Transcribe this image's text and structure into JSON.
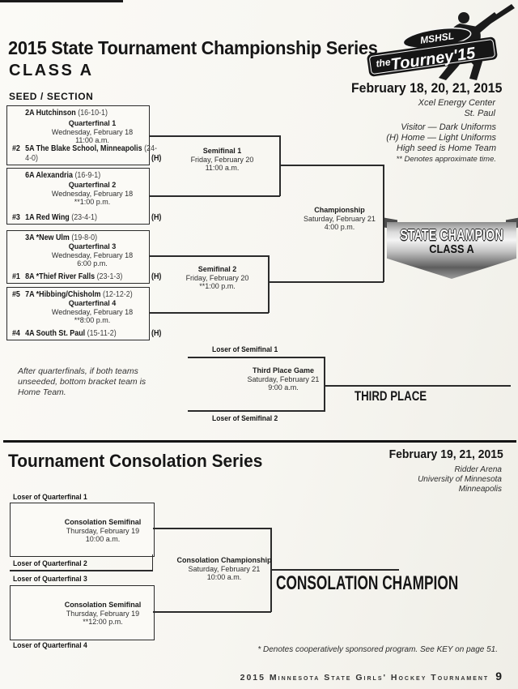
{
  "header": {
    "title": "2015 State Tournament Championship Series",
    "class_label": "CLASS A",
    "seed_section": "SEED / SECTION",
    "dates": "February 18, 20, 21, 2015",
    "venue": "Xcel Energy Center",
    "city": "St. Paul",
    "uniform_note1": "Visitor — Dark Uniforms",
    "uniform_note2": "(H) Home — Light Uniforms",
    "uniform_note3": "High seed is Home Team",
    "time_note": "** Denotes approximate time."
  },
  "logo": {
    "league": "MSHSL",
    "prefix": "the",
    "name": "Tourney'15"
  },
  "bracket": {
    "qf": [
      {
        "name": "Quarterfinal 1",
        "date": "Wednesday, February 18",
        "time": "11:00 a.m.",
        "top": {
          "seed": "",
          "label": "2A Hutchinson",
          "record": "(16-10-1)",
          "home": ""
        },
        "bottom": {
          "seed": "#2",
          "label": "5A The Blake School, Minneapolis",
          "record": "(24-4-0)",
          "home": "(H)"
        }
      },
      {
        "name": "Quarterfinal 2",
        "date": "Wednesday, February 18",
        "time": "**1:00 p.m.",
        "top": {
          "seed": "",
          "label": "6A Alexandria",
          "record": "(16-9-1)",
          "home": ""
        },
        "bottom": {
          "seed": "#3",
          "label": "1A Red Wing",
          "record": "(23-4-1)",
          "home": "(H)"
        }
      },
      {
        "name": "Quarterfinal 3",
        "date": "Wednesday, February 18",
        "time": "6:00 p.m.",
        "top": {
          "seed": "",
          "label": "3A *New Ulm",
          "record": "(19-8-0)",
          "home": ""
        },
        "bottom": {
          "seed": "#1",
          "label": "8A *Thief River Falls",
          "record": "(23-1-3)",
          "home": "(H)"
        }
      },
      {
        "name": "Quarterfinal 4",
        "date": "Wednesday, February 18",
        "time": "**8:00 p.m.",
        "top": {
          "seed": "#5",
          "label": "7A *Hibbing/Chisholm",
          "record": "(12-12-2)",
          "home": ""
        },
        "bottom": {
          "seed": "#4",
          "label": "4A South St. Paul",
          "record": "(15-11-2)",
          "home": "(H)"
        }
      }
    ],
    "sf": [
      {
        "name": "Semifinal 1",
        "date": "Friday, February 20",
        "time": "11:00 a.m."
      },
      {
        "name": "Semifinal 2",
        "date": "Friday, February 20",
        "time": "**1:00 p.m."
      }
    ],
    "final": {
      "name": "Championship",
      "date": "Saturday, February 21",
      "time": "4:00 p.m."
    },
    "banner_line1": "STATE CHAMPION",
    "banner_line2": "CLASS A",
    "note": [
      "After quarterfinals, if both teams",
      "unseeded, bottom bracket team is",
      "Home Team."
    ]
  },
  "third_place": {
    "loser1": "Loser of Semifinal 1",
    "loser2": "Loser of Semifinal 2",
    "name": "Third Place Game",
    "date": "Saturday, February 21",
    "time": "9:00 a.m.",
    "winner": "THIRD PLACE"
  },
  "consolation": {
    "title": "Tournament Consolation Series",
    "dates": "February 19, 21, 2015",
    "venue1": "Ridder Arena",
    "venue2": "University of Minnesota",
    "venue3": "Minneapolis",
    "sf": [
      {
        "top": "Loser of Quarterfinal 1",
        "bottom": "Loser of Quarterfinal 2",
        "name": "Consolation Semifinal",
        "date": "Thursday, February 19",
        "time": "10:00 a.m."
      },
      {
        "top": "Loser of Quarterfinal 3",
        "bottom": "Loser of Quarterfinal 4",
        "name": "Consolation Semifinal",
        "date": "Thursday, February 19",
        "time": "**12:00 p.m."
      }
    ],
    "final": {
      "name": "Consolation Championship",
      "date": "Saturday, February 21",
      "time": "10:00 a.m."
    },
    "winner": "CONSOLATION CHAMPION"
  },
  "footer": {
    "coop_note": "* Denotes cooperatively sponsored program. See KEY on page 51.",
    "line": "2015 Minnesota State Girls' Hockey Tournament",
    "page": "9"
  }
}
